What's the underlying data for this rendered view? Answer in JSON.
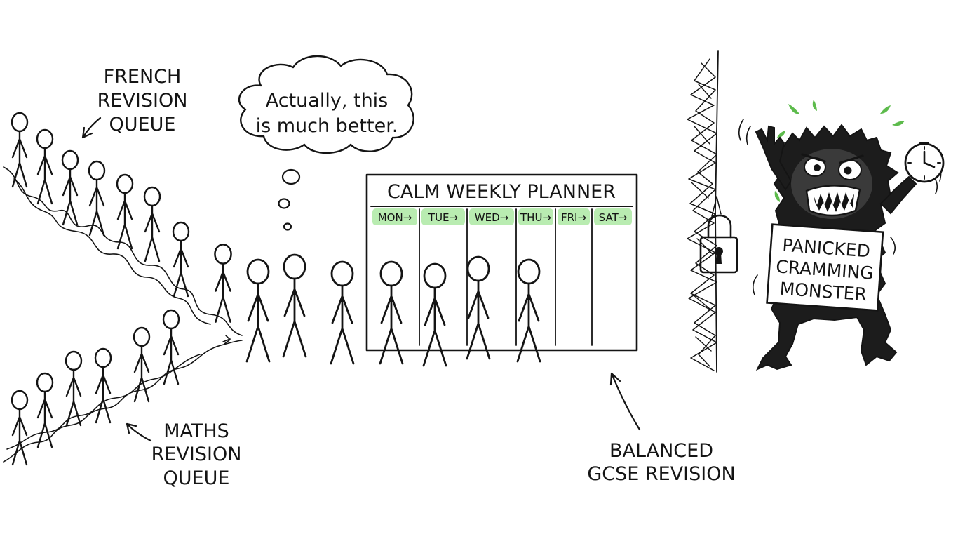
{
  "labels": {
    "french_queue": [
      "FRENCH",
      "REVISION",
      "QUEUE"
    ],
    "maths_queue": [
      "MATHS",
      "REVISION",
      "QUEUE"
    ],
    "thought": [
      "Actually, this",
      "is much better."
    ],
    "planner_title": "CALM WEEKLY PLANNER",
    "days": [
      "MON→",
      "TUE→",
      "WED→",
      "THU→",
      "FRI→",
      "SAT→"
    ],
    "balanced": [
      "BALANCED",
      "GCSE REVISION"
    ],
    "monster_sign": [
      "PANICKED",
      "CRAMMING",
      "MONSTER"
    ]
  },
  "colors": {
    "ink": "#141414",
    "day_highlight": "#b9ecb1",
    "sweat_drops": "#5dbb4c",
    "background": "#ffffff"
  },
  "icons": [
    "padlock-icon",
    "clock-icon",
    "thought-bubble-icon"
  ]
}
